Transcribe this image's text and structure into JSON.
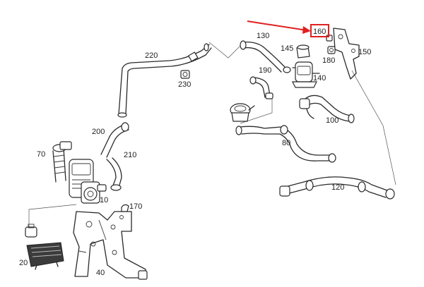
{
  "callouts": {
    "c10": "10",
    "c20": "20",
    "c40": "40",
    "c70": "70",
    "c80": "80",
    "c100": "100",
    "c120": "120",
    "c130": "130",
    "c140": "140",
    "c145": "145",
    "c150": "150",
    "c160": "160",
    "c170": "170",
    "c180": "180",
    "c190": "190",
    "c200": "200",
    "c210": "210",
    "c220": "220",
    "c230": "230"
  },
  "highlight": {
    "target": "160",
    "color": "#e02020"
  }
}
